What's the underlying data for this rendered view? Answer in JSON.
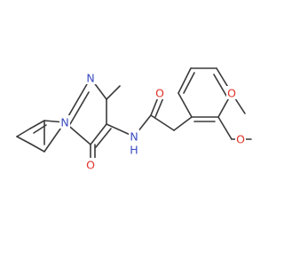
{
  "colors": {
    "bond": "#3a3a3a",
    "nitrogen": "#3b4cc0",
    "oxygen": "#e0312a",
    "background": "#ffffff"
  },
  "atoms": {
    "n_ring_top": "N",
    "n_ring_bottom": "N",
    "o_pyrimidinone": "O",
    "nh_amide": "N",
    "nh_amide_h": "H",
    "o_amide": "O",
    "o_methoxy_top": "O",
    "o_methoxy_bottom": "O"
  }
}
